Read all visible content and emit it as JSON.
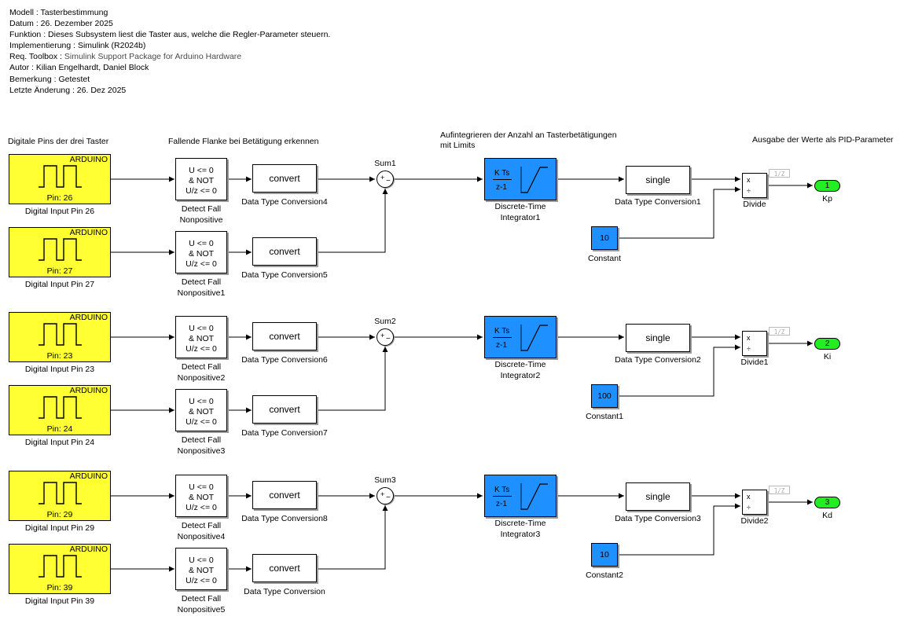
{
  "header": {
    "modell": "Modell : Tasterbestimmung",
    "datum": "Datum : 26. Dezember 2025",
    "funktion": "Funktion : Dieses Subsystem liest die Taster aus, welche die Regler-Parameter steuern.",
    "implementierung": "Implementierung : Simulink (R2024b)",
    "toolbox_label": "Req. Toolbox : ",
    "toolbox_value": "Simulink Support Package for Arduino Hardware",
    "autor": "Autor : Kilian Engelhardt, Daniel Block",
    "bemerkung": "Bemerkung : Getestet",
    "letzte": "Letzte Änderung : 26. Dez 2025"
  },
  "annotations": {
    "pins": "Digitale Pins der drei Taster",
    "flanke": "Fallende Flanke bei Betätigung erkennen",
    "integ_line1": "Aufintegrieren der Anzahl an Tasterbetätigungen",
    "integ_line2": "mit Limits",
    "ausgabe": "Ausgabe der Werte als PID-Parameter"
  },
  "common": {
    "arduino": "ARDUINO",
    "detect_l1": "U <= 0",
    "detect_l2": "& NOT",
    "detect_l3": "U/z <= 0",
    "convert": "convert",
    "single": "single",
    "kts": "K Ts",
    "z1": "z-1",
    "div_x": "x",
    "div_d": "÷",
    "rate": "1/Z",
    "sum_plus": "+",
    "sum_minus": "−"
  },
  "groups": [
    {
      "sum_label": "Sum1",
      "integ_l1": "Discrete-Time",
      "integ_l2": "Integrator1",
      "single_label": "Data Type Conversion1",
      "const_value": "10",
      "const_label": "Constant",
      "divide_label": "Divide",
      "out_num": "1",
      "out_label": "Kp",
      "inputs": [
        {
          "pin": "Pin: 26",
          "label": "Digital Input Pin 26",
          "detect1": "Detect Fall",
          "detect2": "Nonpositive",
          "conv": "Data Type Conversion4"
        },
        {
          "pin": "Pin: 27",
          "label": "Digital Input Pin 27",
          "detect1": "Detect Fall",
          "detect2": "Nonpositive1",
          "conv": "Data Type Conversion5"
        }
      ]
    },
    {
      "sum_label": "Sum2",
      "integ_l1": "Discrete-Time",
      "integ_l2": "Integrator2",
      "single_label": "Data Type Conversion2",
      "const_value": "100",
      "const_label": "Constant1",
      "divide_label": "Divide1",
      "out_num": "2",
      "out_label": "Ki",
      "inputs": [
        {
          "pin": "Pin: 23",
          "label": "Digital Input Pin 23",
          "detect1": "Detect Fall",
          "detect2": "Nonpositive2",
          "conv": "Data Type Conversion6"
        },
        {
          "pin": "Pin: 24",
          "label": "Digital Input Pin 24",
          "detect1": "Detect Fall",
          "detect2": "Nonpositive3",
          "conv": "Data Type Conversion7"
        }
      ]
    },
    {
      "sum_label": "Sum3",
      "integ_l1": "Discrete-Time",
      "integ_l2": "Integrator3",
      "single_label": "Data Type Conversion3",
      "const_value": "10",
      "const_label": "Constant2",
      "divide_label": "Divide2",
      "out_num": "3",
      "out_label": "Kd",
      "inputs": [
        {
          "pin": "Pin: 29",
          "label": "Digital Input Pin 29",
          "detect1": "Detect Fall",
          "detect2": "Nonpositive4",
          "conv": "Data Type Conversion8"
        },
        {
          "pin": "Pin: 39",
          "label": "Digital Input Pin 39",
          "detect1": "Detect Fall",
          "detect2": "Nonpositive5",
          "conv": "Data Type Conversion"
        }
      ]
    }
  ]
}
